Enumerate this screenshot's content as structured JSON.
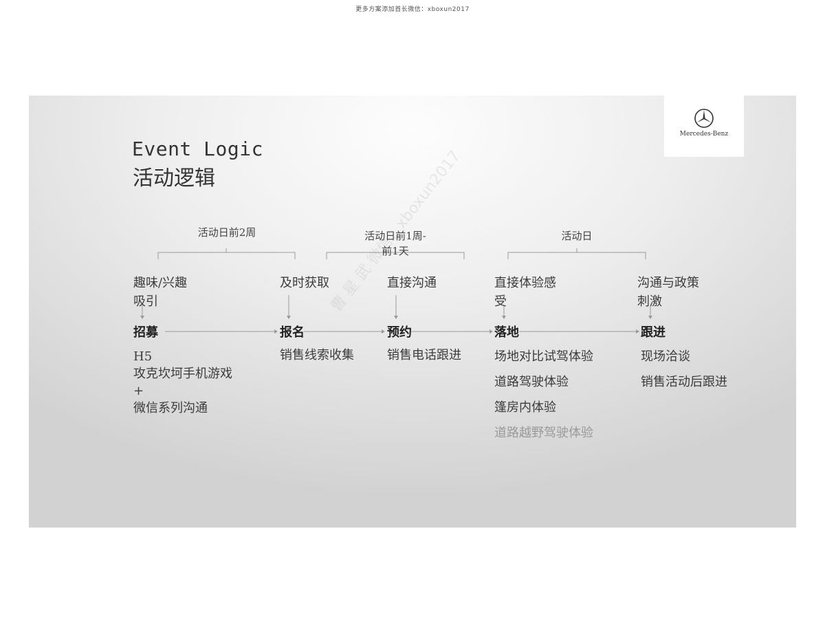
{
  "top_note": "更多方案添加首长微信：xboxun2017",
  "logo": {
    "icon": "mercedes-star-icon",
    "text": "Mercedes-Benz"
  },
  "title": {
    "en": "Event Logic",
    "zh": "活动逻辑"
  },
  "phases": [
    "活动日前2周",
    "活动日前1周-\n前1天",
    "活动日"
  ],
  "columns": [
    {
      "pre": "趣味/兴趣\n吸引",
      "stage": "招募",
      "details": "H5\n攻克坎坷手机游戏\n+\n微信系列沟通"
    },
    {
      "pre": "及时获取",
      "stage": "报名",
      "details": "销售线索收集"
    },
    {
      "pre": "直接沟通",
      "stage": "预约",
      "details": "销售电话跟进"
    },
    {
      "pre": "直接体验感\n受",
      "stage": "落地",
      "details_list": [
        "场地对比试驾体验",
        "道路驾驶体验",
        "篷房内体验",
        "道路越野驾驶体验"
      ]
    },
    {
      "pre": "沟通与政策\n刺激",
      "stage": "跟进",
      "details_list": [
        "现场洽谈",
        "销售活动后跟进"
      ]
    }
  ],
  "watermark": "曹 星 武 微信：xboxun2017",
  "colors": {
    "line": "#9a9a9a",
    "faded_text": "#9a9a9a"
  }
}
